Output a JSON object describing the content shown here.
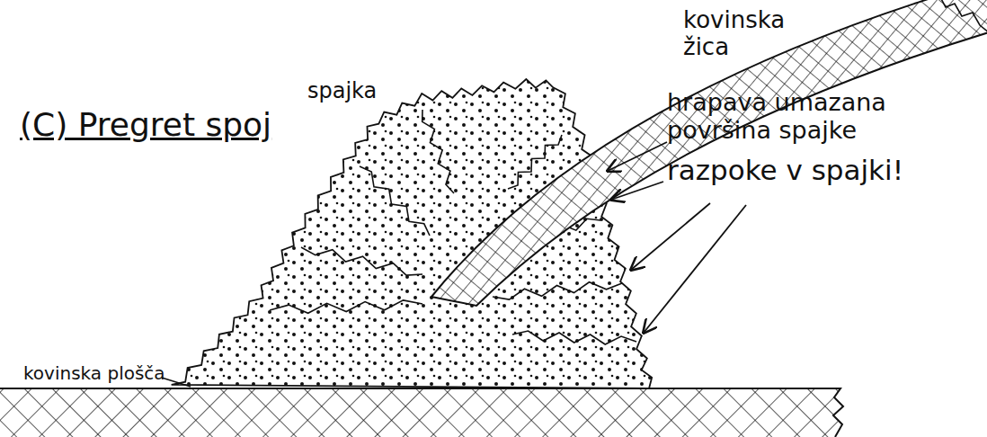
{
  "diagram": {
    "title": "(C) Pregret spoj",
    "labels": [
      "kovinska žica",
      "spajka",
      "hrapava umazana površina spajke",
      "razpoke v spajki!",
      "kovinska plošča"
    ]
  }
}
